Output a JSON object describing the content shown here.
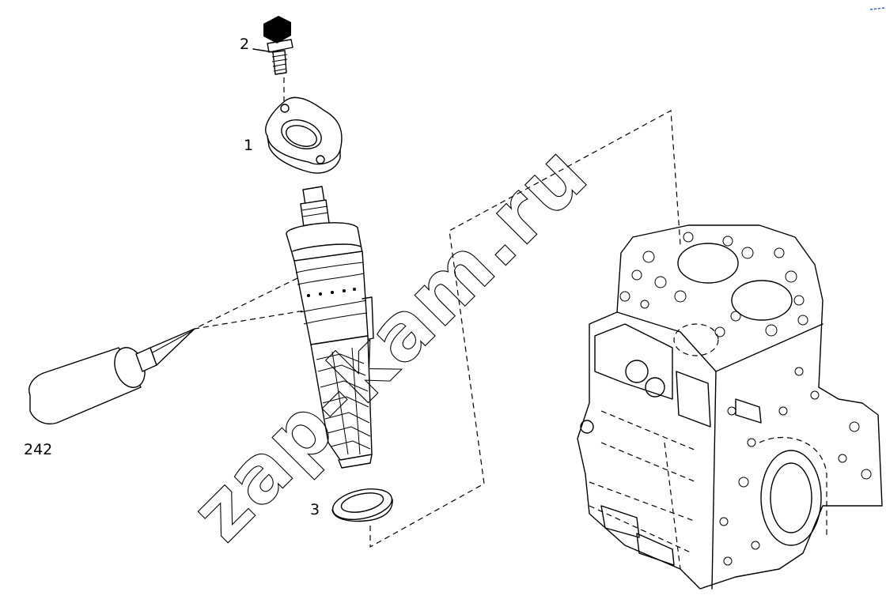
{
  "callouts": {
    "bolt": "2",
    "flange": "1",
    "seal_ring": "3",
    "sealant": "242"
  },
  "watermark": "zap-kam.ru",
  "colors": {
    "line": "#000000",
    "background": "#ffffff"
  }
}
